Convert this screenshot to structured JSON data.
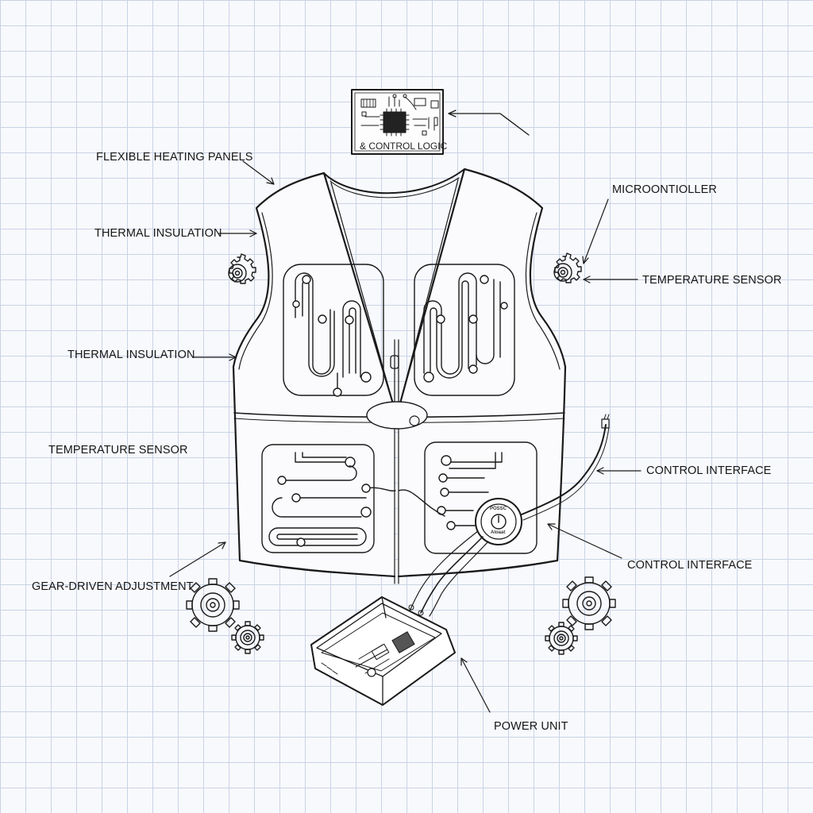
{
  "labels": {
    "flexible_heating_panels": "FLEXIBLE HEATING PANELS",
    "thermal_insulation_upper": "THERMAL INSULATION",
    "thermal_insulation_lower": "THERMAL INSULATION",
    "temperature_sensor_left": "TEMPERATURE SENSOR",
    "gear_driven_adjustment": "GEAR-DRIVEN ADJUSTMENT",
    "microcontroller": "MICROONTIOLLER",
    "temperature_sensor_right": "TEMPERATURE SENSOR",
    "control_interface_upper": "CONTROL INTERFACE",
    "control_interface_lower": "CONTROL INTERFACE",
    "power_unit": "POWER UNIT"
  },
  "chip_label": "& CONTROL LOGIC",
  "dial_text": {
    "top": "POSSC",
    "bottom": "Aloaat"
  },
  "colors": {
    "ink": "#1a1a1a",
    "grid": "#c9d3e6",
    "paper": "#f8f9fc"
  }
}
